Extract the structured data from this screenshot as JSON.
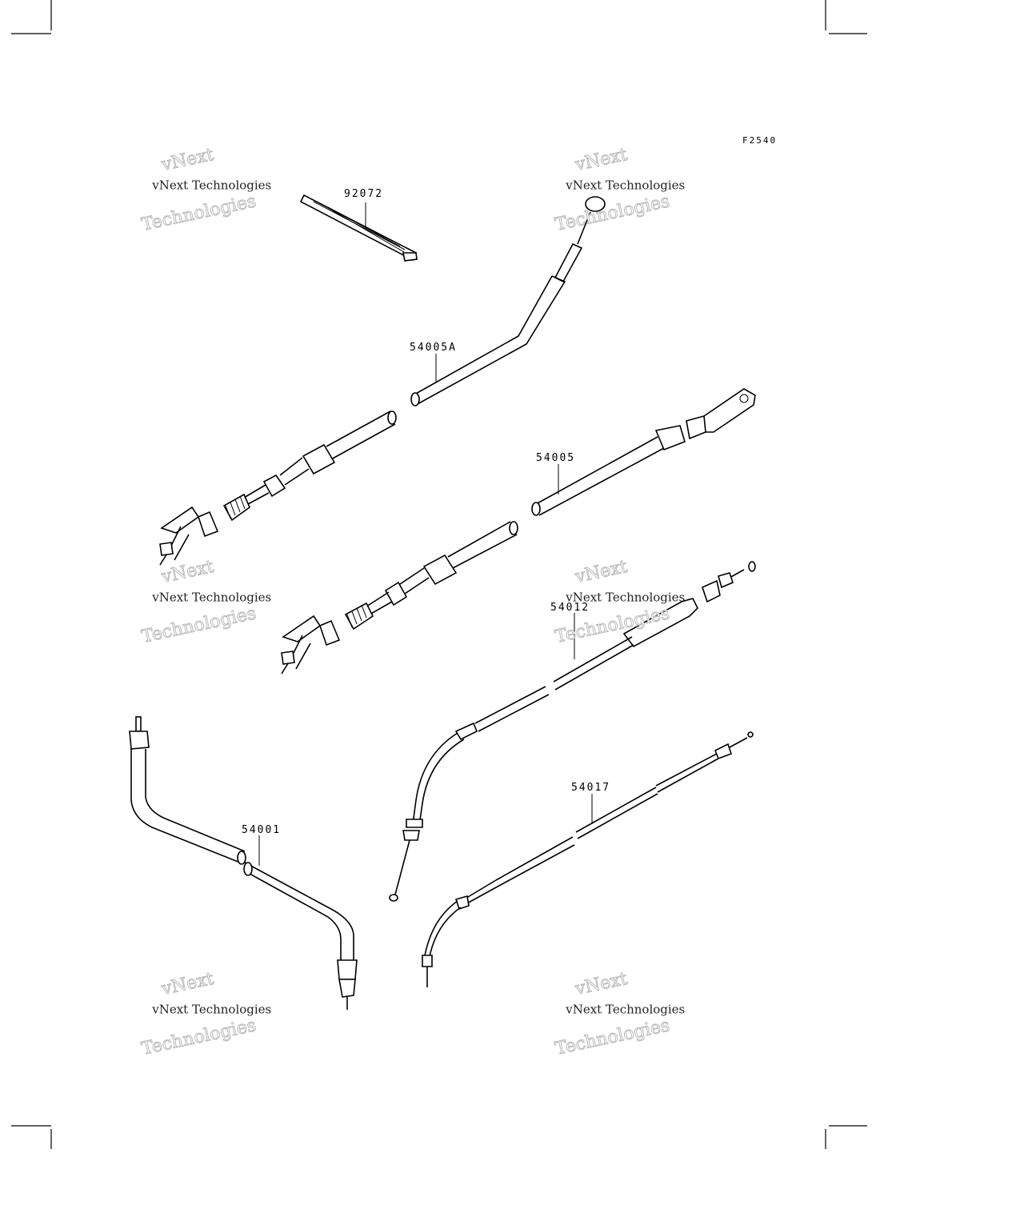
{
  "figure_code": "F2540",
  "parts": [
    {
      "id": "tie",
      "label": "92072"
    },
    {
      "id": "throttle-a",
      "label": "54005A"
    },
    {
      "id": "throttle",
      "label": "54005"
    },
    {
      "id": "choke",
      "label": "54012"
    },
    {
      "id": "speedo",
      "label": "54001"
    },
    {
      "id": "clutch",
      "label": "54017"
    }
  ],
  "watermark": {
    "top": "vNext",
    "middle": "vNext Technologies",
    "bottom": "Technologies"
  }
}
